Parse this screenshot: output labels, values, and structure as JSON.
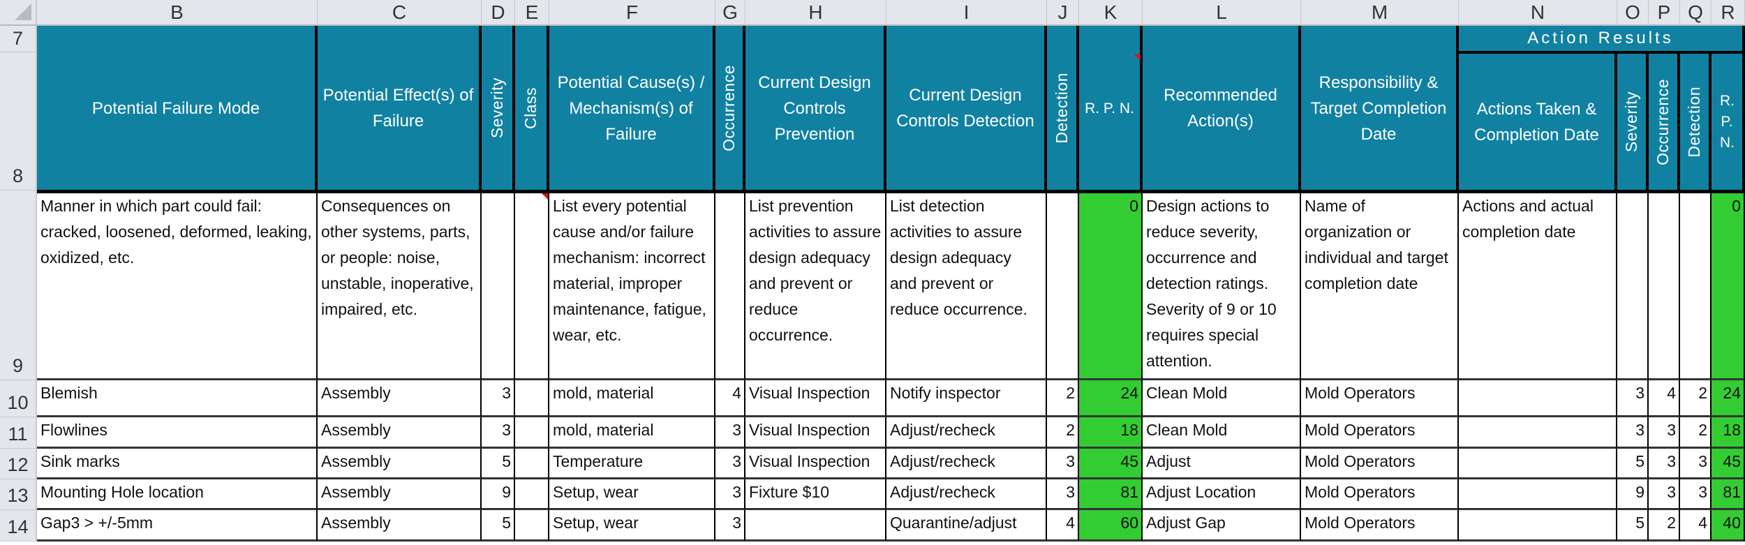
{
  "spreadsheet": {
    "column_letters": [
      "B",
      "C",
      "D",
      "E",
      "F",
      "G",
      "H",
      "I",
      "J",
      "K",
      "L",
      "M",
      "N",
      "O",
      "P",
      "Q",
      "R"
    ],
    "row_numbers": [
      "7",
      "8",
      "9",
      "10",
      "11",
      "12",
      "13",
      "14"
    ],
    "header": {
      "group_action_results": "Action Results",
      "failure_mode": "Potential Failure Mode",
      "effects": "Potential Effect(s) of Failure",
      "severity": "Severity",
      "class": "Class",
      "causes": "Potential Cause(s) / Mechanism(s) of Failure",
      "occurrence": "Occurrence",
      "prevention": "Current Design Controls Prevention",
      "detection_controls": "Current Design Controls Detection",
      "detection": "Detection",
      "rpn": "R. P. N.",
      "recommended": "Recommended Action(s)",
      "responsibility": "Responsibility & Target Completion Date",
      "actions_taken": "Actions Taken & Completion Date",
      "res_severity": "Severity",
      "res_occurrence": "Occurrence",
      "res_detection": "Detection",
      "res_rpn": "R. P. N."
    },
    "guide_row": {
      "failure_mode": "Manner in which part could fail: cracked, loosened, deformed, leaking, oxidized, etc.",
      "effects": "Consequences on other systems, parts, or people: noise, unstable, inoperative, impaired, etc.",
      "causes": "List every potential cause and/or failure mechanism: incorrect material, improper maintenance, fatigue, wear, etc.",
      "prevention": "List prevention activities to assure design adequacy and prevent or reduce occurrence.",
      "detection_controls": "List detection activities to assure design adequacy and prevent or reduce occurrence.",
      "rpn": "0",
      "recommended": "Design actions to reduce severity, occurrence and detection ratings. Severity of 9 or 10 requires special attention.",
      "responsibility": "Name of organization or individual and target completion date",
      "actions_taken": "Actions and actual completion date",
      "res_rpn": "0"
    },
    "rows": [
      {
        "failure_mode": "Blemish",
        "effects": "Assembly",
        "severity": "3",
        "class": "",
        "causes": "mold, material",
        "occurrence": "4",
        "prevention": "Visual Inspection",
        "detection_controls": "Notify inspector",
        "detection": "2",
        "rpn": "24",
        "recommended": "Clean Mold",
        "responsibility": "Mold Operators",
        "actions_taken": "",
        "res_severity": "3",
        "res_occurrence": "4",
        "res_detection": "2",
        "res_rpn": "24"
      },
      {
        "failure_mode": "Flowlines",
        "effects": "Assembly",
        "severity": "3",
        "class": "",
        "causes": "mold, material",
        "occurrence": "3",
        "prevention": "Visual Inspection",
        "detection_controls": "Adjust/recheck",
        "detection": "2",
        "rpn": "18",
        "recommended": "Clean Mold",
        "responsibility": "Mold Operators",
        "actions_taken": "",
        "res_severity": "3",
        "res_occurrence": "3",
        "res_detection": "2",
        "res_rpn": "18"
      },
      {
        "failure_mode": "Sink marks",
        "effects": "Assembly",
        "severity": "5",
        "class": "",
        "causes": "Temperature",
        "occurrence": "3",
        "prevention": "Visual Inspection",
        "detection_controls": "Adjust/recheck",
        "detection": "3",
        "rpn": "45",
        "recommended": "Adjust",
        "responsibility": "Mold Operators",
        "actions_taken": "",
        "res_severity": "5",
        "res_occurrence": "3",
        "res_detection": "3",
        "res_rpn": "45"
      },
      {
        "failure_mode": "Mounting Hole location",
        "effects": "Assembly",
        "severity": "9",
        "class": "",
        "causes": "Setup, wear",
        "occurrence": "3",
        "prevention": "Fixture $10",
        "detection_controls": "Adjust/recheck",
        "detection": "3",
        "rpn": "81",
        "recommended": "Adjust Location",
        "responsibility": "Mold Operators",
        "actions_taken": "",
        "res_severity": "9",
        "res_occurrence": "3",
        "res_detection": "3",
        "res_rpn": "81"
      },
      {
        "failure_mode": "Gap3 > +/-5mm",
        "effects": "Assembly",
        "severity": "5",
        "class": "",
        "causes": "Setup, wear",
        "occurrence": "3",
        "prevention": "",
        "detection_controls": "Quarantine/adjust",
        "detection": "4",
        "rpn": "60",
        "recommended": "Adjust Gap",
        "responsibility": "Mold Operators",
        "actions_taken": "",
        "res_severity": "5",
        "res_occurrence": "2",
        "res_detection": "4",
        "res_rpn": "40"
      }
    ],
    "colors": {
      "header_bg": "#1181a2",
      "rpn_green": "#33cc33",
      "grid_header_bg": "#e3e6ea",
      "comment_flag": "#e01010"
    }
  }
}
